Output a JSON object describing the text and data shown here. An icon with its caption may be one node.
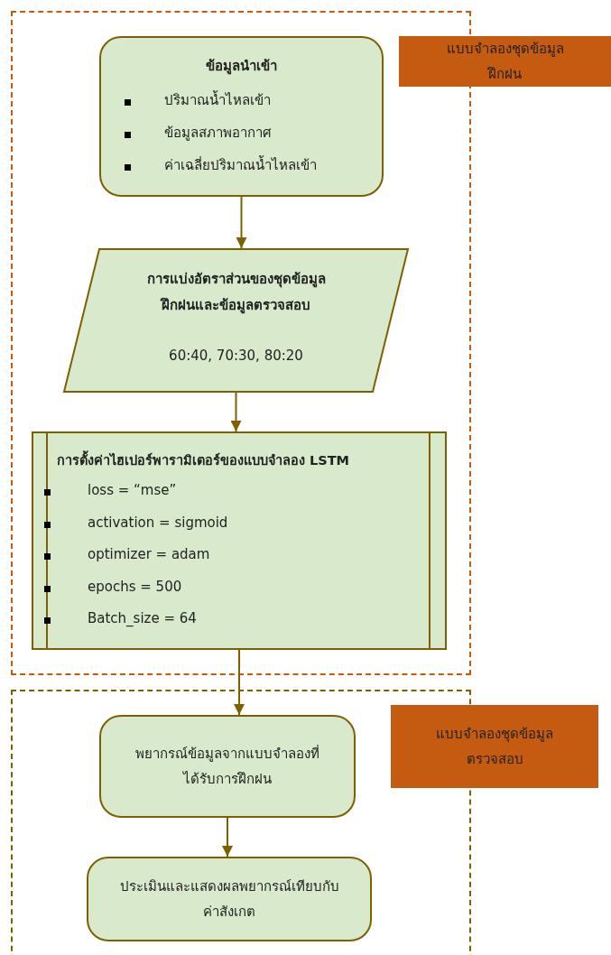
{
  "diagram": {
    "nodes": [
      {
        "text": [],
        "shape": "box"
      },
      {
        "text": [
          "แบบจำลองชุดข้อมูลฝึกฝน"
        ]
      },
      {
        "text": [
          "ข้อมูลนำเข้า",
          "ปริมาณน้ำไหลเข้า",
          "ข้อมูลสภาพอากาศ",
          "ค่าเฉลี่ยปริมาณน้ำไหลเข้า"
        ],
        "in": 0
      },
      {
        "text": [
          "การแบ่งอัตราส่วนของชุดข้อมูลฝึกฝนและข้อมูลตรวจสอบ",
          "60:40, 70:30, 80:20"
        ],
        "in": 0
      },
      {
        "text": [
          "การตั้งค่าไฮเปอร์พารามิเตอร์ของแบบจำลอง LSTM",
          "loss = “mse”",
          "activation = sigmoid",
          "optimizer = adam",
          "epochs = 500",
          "Batch_size = 64"
        ],
        "in": 0
      },
      {
        "text": [],
        "shape": "box"
      },
      {
        "text": [
          "แบบจำลองชุดข้อมูลตรวจสอบ"
        ]
      },
      {
        "text": [
          "พยากรณ์ข้อมูลจากแบบจำลองที่ได้รับการฝึกฝน"
        ],
        "in": 5
      },
      {
        "text": [
          "ประเมินและแสดงผลพยากรณ์เทียบกับค่าสังเกต"
        ],
        "in": 5
      }
    ],
    "edges": [
      {
        "from": 2,
        "to": 3,
        "arrow": "to"
      },
      {
        "from": 3,
        "to": 4,
        "arrow": "to"
      },
      {
        "from": 4,
        "to": 7,
        "arrow": "to"
      },
      {
        "from": 7,
        "to": 8,
        "arrow": "to"
      }
    ]
  }
}
